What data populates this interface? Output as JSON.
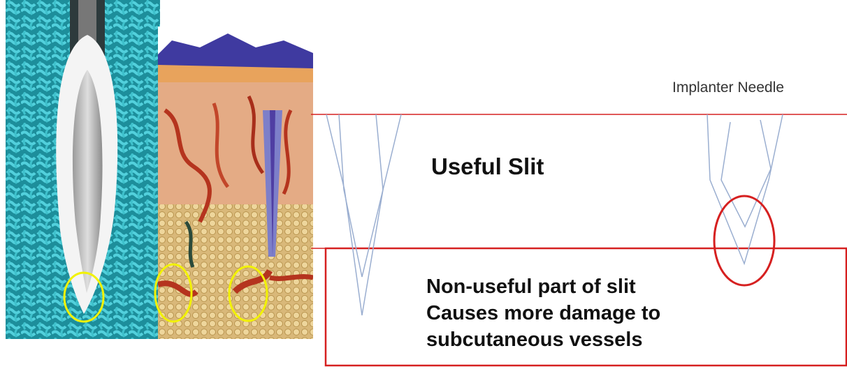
{
  "labels": {
    "implanter_needle": "Implanter Needle",
    "useful_slit": "Useful Slit",
    "non_useful_lines": [
      "Non-useful part of slit",
      "Causes more damage to",
      "subcutaneous vessels"
    ]
  },
  "colors": {
    "marker_red": "#d62020",
    "highlight_yellow": "#f2f200",
    "needle_outline": "#9aaed0",
    "fabric_teal": "#2aaebc"
  },
  "images": {
    "needle_photo": "needle-tip-photograph",
    "skin_cross_section": "skin-anatomy-illustration"
  }
}
